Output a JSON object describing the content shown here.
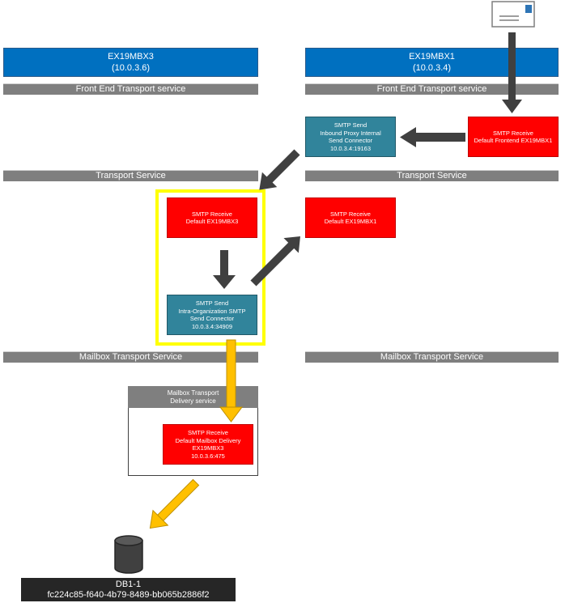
{
  "servers": {
    "left": {
      "name": "EX19MBX3",
      "ip": "(10.0.3.6)"
    },
    "right": {
      "name": "EX19MBX1",
      "ip": "(10.0.3.4)"
    }
  },
  "services": {
    "front_end": "Front End Transport service",
    "transport": "Transport Service",
    "mailbox": "Mailbox Transport Service"
  },
  "connectors": {
    "frontend_receive": {
      "line1": "SMTP Receive",
      "line2": "Default Frontend EX19MBX1"
    },
    "proxy_send": {
      "line1": "SMTP Send",
      "line2": "Inbound Proxy Internal",
      "line3": "Send Connector",
      "line4": "10.0.3.4:19163"
    },
    "receive_mbx3": {
      "line1": "SMTP Receive",
      "line2": "Default EX19MBX3"
    },
    "receive_mbx1": {
      "line1": "SMTP Receive",
      "line2": "Default EX19MBX1"
    },
    "intra_org_send": {
      "line1": "SMTP Send",
      "line2": "Intra-Organization SMTP",
      "line3": "Send Connector",
      "line4": "10.0.3.4:34909"
    },
    "mailbox_delivery_receive": {
      "line1": "SMTP Receive",
      "line2": "Default Mailbox Delivery",
      "line3": "EX19MBX3",
      "line4": "10.0.3.6:475"
    }
  },
  "delivery_service": {
    "line1": "Mailbox Transport",
    "line2": "Delivery service"
  },
  "database": {
    "name": "DB1-1",
    "guid": "fc224c85-f640-4b79-8489-bb065b2886f2"
  },
  "colors": {
    "server": "#0070c0",
    "service_bar": "#7f7f7f",
    "receive": "#ff0000",
    "send": "#31849b",
    "highlight": "#ffff00",
    "arrow_dark": "#404040",
    "arrow_delivery": "#ffc000"
  },
  "icons": [
    "envelope-icon",
    "database-icon"
  ]
}
